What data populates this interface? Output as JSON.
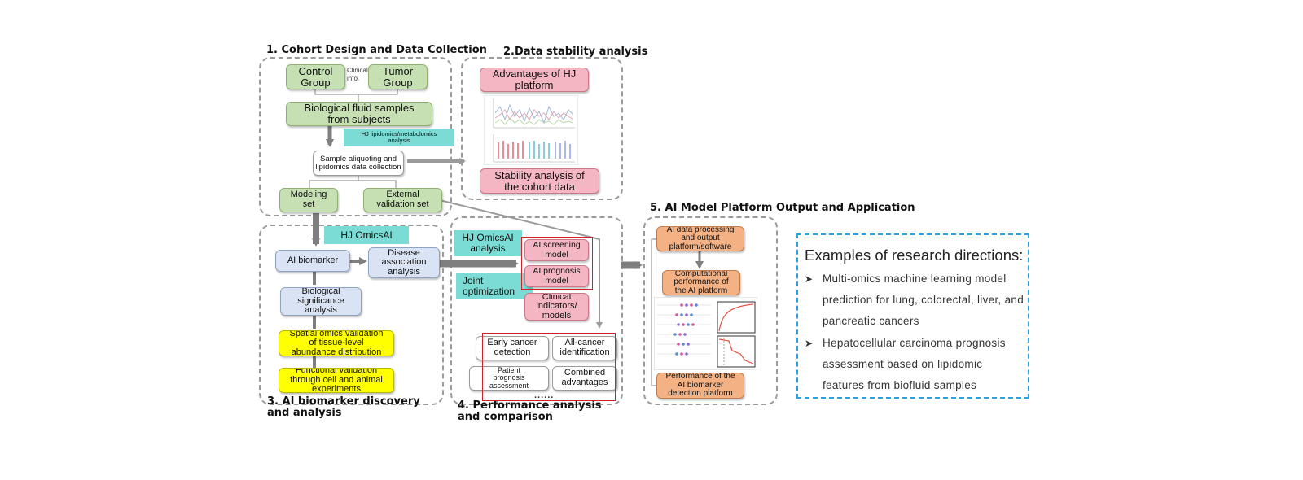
{
  "sections": {
    "s1_title": "1. Cohort Design and Data Collection",
    "s2_title": "2.Data stability analysis",
    "s3_title": "3. AI biomarker discovery and analysis",
    "s4_title": "4. Performance analysis and comparison",
    "s5_title": "5. AI Model Platform Output and Application"
  },
  "s1": {
    "control_group": "Control Group",
    "clinical_info": "Clinical info.",
    "tumor_group": "Tumor Group",
    "bio_fluid": "Biological fluid samples from subjects",
    "hj_lipidomics": "HJ lipidomics/metabolomics analysis",
    "sample_aliquoting": "Sample aliquoting and lipidomics data collection",
    "modeling_set": "Modeling set",
    "external_validation": "External validation set"
  },
  "s2": {
    "advantages": "Advantages of HJ platform",
    "stability": "Stability analysis of the cohort data"
  },
  "s3": {
    "hj_omicsai": "HJ OmicsAI",
    "ai_biomarker": "AI biomarker",
    "disease_association": "Disease association analysis",
    "biological_significance": "Biological significance analysis",
    "spatial_omics": "Spatial omics validation of tissue-level abundance distribution",
    "functional_validation": "Functional validation through cell and animal experiments"
  },
  "s4": {
    "hj_omicsai_analysis": "HJ OmicsAI analysis",
    "joint_optimization": "Joint optimization",
    "ai_screening": "AI screening model",
    "ai_prognosis": "AI prognosis model",
    "clinical_indicators": "Clinical indicators/ models",
    "early_cancer": "Early cancer detection",
    "all_cancer": "All-cancer identification",
    "patient_prognosis": "Patient prognosis assessment",
    "combined_advantages": "Combined advantages",
    "ellipsis": "......"
  },
  "s5": {
    "ai_data_processing": "AI data processing and output platform/software",
    "computational_performance": "Computational performance of the AI platform",
    "performance_detection": "Performance of the AI biomarker detection platform"
  },
  "examples": {
    "title": "Examples of research directions:",
    "items": [
      "Multi-omics machine learning model prediction for lung, colorectal, liver, and pancreatic cancers",
      "Hepatocellular carcinoma prognosis assessment based on lipidomic features from biofluid samples"
    ]
  },
  "colors": {
    "green": "#c6e0b4",
    "pink": "#f4b6c2",
    "blue": "#dae3f3",
    "yellow": "#ffff00",
    "orange": "#f4b183",
    "teal": "#7adcd4",
    "red_outline": "#d0202a",
    "dashed_blue": "#2aa0e0"
  }
}
